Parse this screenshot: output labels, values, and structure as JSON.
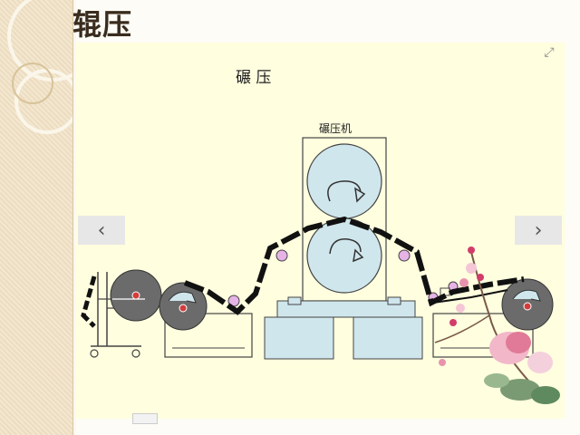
{
  "slide": {
    "title": "辊压"
  },
  "diagram": {
    "heading": "碾 压",
    "machine_label": "碾压机"
  },
  "controls": {
    "prev_glyph": "‹",
    "next_glyph": "›",
    "expand_glyph": "⤢"
  },
  "colors": {
    "roller_fill": "#cfe6ec",
    "base_fill": "#cfe6ec",
    "stroke": "#444444",
    "wheel_fill": "#6b6b6b",
    "pink_node": "#e6b3e6",
    "red_dot": "#d23c3c",
    "belt": "#111111",
    "frame_bg": "#fffedf"
  }
}
